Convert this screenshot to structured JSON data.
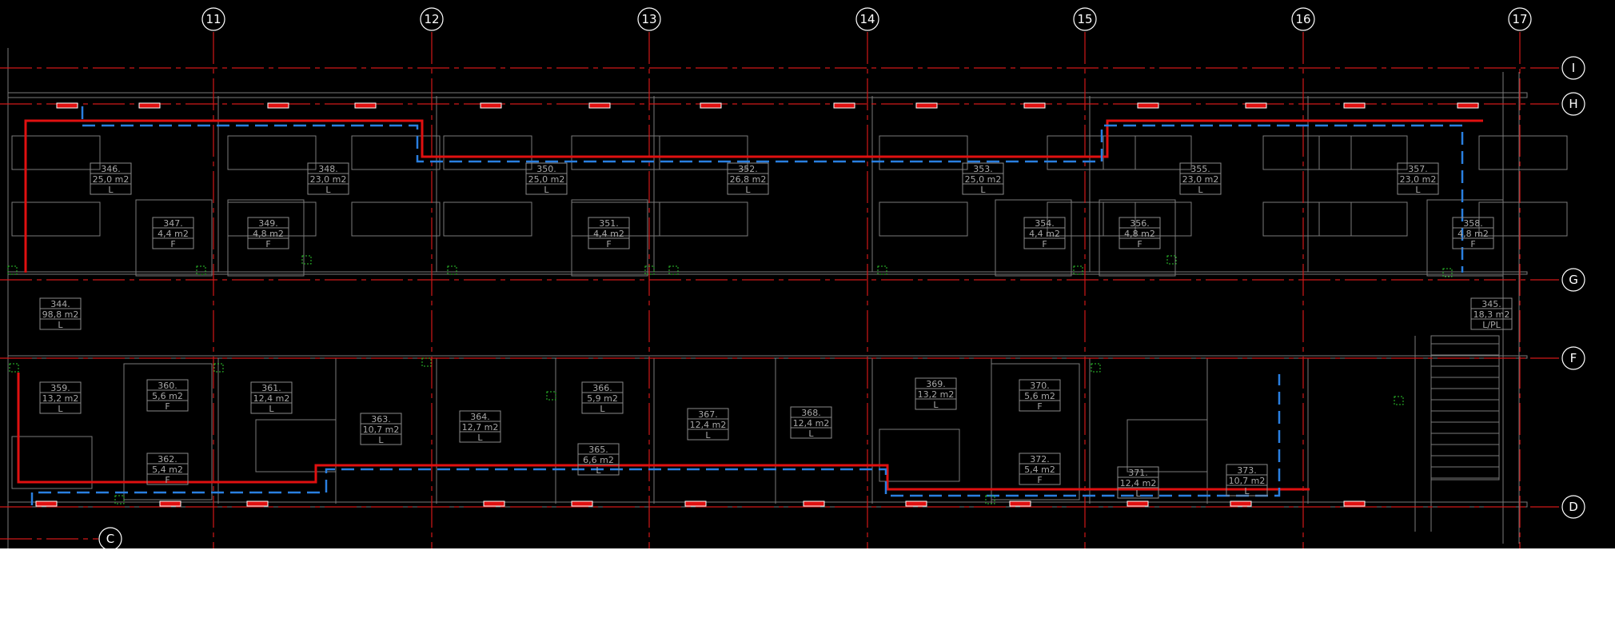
{
  "colors": {
    "background": "#000000",
    "grid": "#d01818",
    "walls": "#7a7a7a",
    "supply_pipe": "#e01010",
    "return_pipe": "#2a7fe0",
    "radiator": "#e01010",
    "valve": "#2cc52c",
    "label": "#a8a8a8"
  },
  "grid_columns": [
    "11",
    "12",
    "13",
    "14",
    "15",
    "16",
    "17"
  ],
  "grid_rows": [
    "I",
    "H",
    "G",
    "F",
    "D",
    "C"
  ],
  "rooms": [
    {
      "number": "346.",
      "area": "25,0 m2",
      "use": "L"
    },
    {
      "number": "348.",
      "area": "23,0 m2",
      "use": "L"
    },
    {
      "number": "350.",
      "area": "25,0 m2",
      "use": "L"
    },
    {
      "number": "352.",
      "area": "26,8 m2",
      "use": "L"
    },
    {
      "number": "353.",
      "area": "25,0 m2",
      "use": "L"
    },
    {
      "number": "355.",
      "area": "23,0 m2",
      "use": "L"
    },
    {
      "number": "357.",
      "area": "23,0 m2",
      "use": "L"
    },
    {
      "number": "347.",
      "area": "4,4 m2",
      "use": "F"
    },
    {
      "number": "349.",
      "area": "4,8 m2",
      "use": "F"
    },
    {
      "number": "351.",
      "area": "4,4 m2",
      "use": "F"
    },
    {
      "number": "354.",
      "area": "4,4 m2",
      "use": "F"
    },
    {
      "number": "356.",
      "area": "4,8 m2",
      "use": "F"
    },
    {
      "number": "358.",
      "area": "4,8 m2",
      "use": "F"
    },
    {
      "number": "344.",
      "area": "98,8 m2",
      "use": "L"
    },
    {
      "number": "345.",
      "area": "18,3 m2",
      "use": "L/PL"
    },
    {
      "number": "359.",
      "area": "13,2 m2",
      "use": "L"
    },
    {
      "number": "360.",
      "area": "5,6 m2",
      "use": "F"
    },
    {
      "number": "361.",
      "area": "12,4 m2",
      "use": "L"
    },
    {
      "number": "362.",
      "area": "5,4 m2",
      "use": "F"
    },
    {
      "number": "363.",
      "area": "10,7 m2",
      "use": "L"
    },
    {
      "number": "364.",
      "area": "12,7 m2",
      "use": "L"
    },
    {
      "number": "366.",
      "area": "5,9 m2",
      "use": "L"
    },
    {
      "number": "365.",
      "area": "6,6 m2",
      "use": "L"
    },
    {
      "number": "367.",
      "area": "12,4 m2",
      "use": "L"
    },
    {
      "number": "368.",
      "area": "12,4 m2",
      "use": "L"
    },
    {
      "number": "369.",
      "area": "13,2 m2",
      "use": "L"
    },
    {
      "number": "370.",
      "area": "5,6 m2",
      "use": "F"
    },
    {
      "number": "372.",
      "area": "5,4 m2",
      "use": "F"
    },
    {
      "number": "371.",
      "area": "12,4 m2",
      "use": "L"
    },
    {
      "number": "373.",
      "area": "10,7 m2",
      "use": "L"
    }
  ]
}
